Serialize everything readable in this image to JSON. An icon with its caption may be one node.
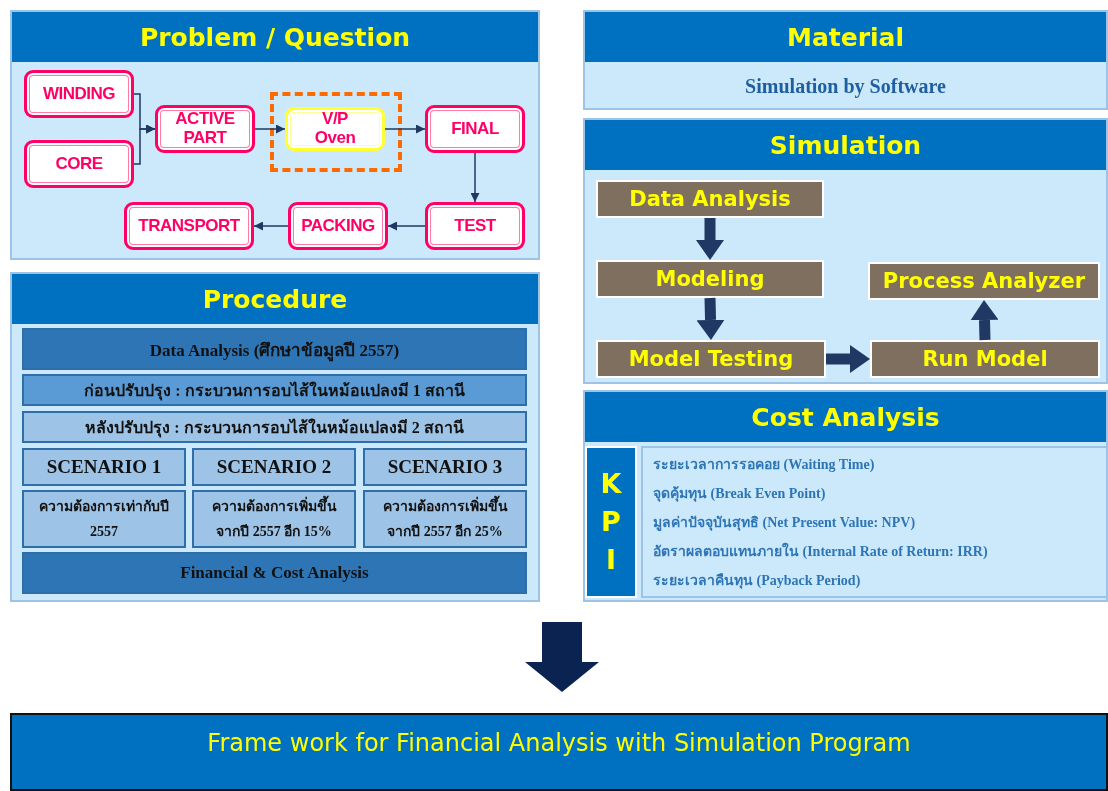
{
  "diagram": {
    "title": "Frame work for Financial Analysis with Simulation Program",
    "nodes": [
      {
        "text": [
          "Problem / Question"
        ]
      },
      {
        "text": [
          "WINDING"
        ],
        "in": 0
      },
      {
        "text": [
          "CORE"
        ],
        "in": 0
      },
      {
        "text": [
          "ACTIVE PART"
        ],
        "in": 0
      },
      {
        "text": [
          "V/P Oven"
        ],
        "in": 0
      },
      {
        "text": [
          "FINAL"
        ],
        "in": 0
      },
      {
        "text": [
          "TEST"
        ],
        "in": 0
      },
      {
        "text": [
          "PACKING"
        ],
        "in": 0
      },
      {
        "text": [
          "TRANSPORT"
        ],
        "in": 0
      },
      {
        "text": [
          "Procedure"
        ]
      },
      {
        "text": [
          "Data Analysis (ศึกษาข้อมูลปี 2557)"
        ],
        "in": 9
      },
      {
        "text": [
          "ก่อนปรับปรุง : กระบวนการอบไส้ในหม้อแปลงมี 1 สถานี"
        ],
        "in": 9
      },
      {
        "text": [
          "หลังปรับปรุง : กระบวนการอบไส้ในหม้อแปลงมี 2 สถานี"
        ],
        "in": 9
      },
      {
        "text": [
          "SCENARIO 1"
        ],
        "in": 9
      },
      {
        "text": [
          "SCENARIO 2"
        ],
        "in": 9
      },
      {
        "text": [
          "SCENARIO 3"
        ],
        "in": 9
      },
      {
        "text": [
          "ความต้องการเท่ากับปี 2557"
        ],
        "in": 9
      },
      {
        "text": [
          "ความต้องการเพิ่มขึ้นจากปี 2557 อีก 15%"
        ],
        "in": 9
      },
      {
        "text": [
          "ความต้องการเพิ่มขึ้นจากปี 2557 อีก 25%"
        ],
        "in": 9
      },
      {
        "text": [
          "Financial & Cost Analysis"
        ],
        "in": 9
      },
      {
        "text": [
          "Material",
          "Simulation by Software"
        ]
      },
      {
        "text": [
          "Simulation"
        ]
      },
      {
        "text": [
          "Data Analysis"
        ],
        "in": 21
      },
      {
        "text": [
          "Modeling"
        ],
        "in": 21
      },
      {
        "text": [
          "Model Testing"
        ],
        "in": 21
      },
      {
        "text": [
          "Run Model"
        ],
        "in": 21
      },
      {
        "text": [
          "Process Analyzer"
        ],
        "in": 21
      },
      {
        "text": [
          "Cost Analysis"
        ]
      },
      {
        "text": [
          "K P I"
        ],
        "in": 27
      },
      {
        "text": [
          "ระยะเวลาการรอคอย (Waiting Time)",
          "จุดคุ้มทุน (Break Even Point)",
          "มูลค่าปัจจุบันสุทธิ (Net Present Value: NPV)",
          "อัตราผลตอบแทนภายใน (Internal Rate of Return: IRR)",
          "ระยะเวลาคืนทุน (Payback Period)"
        ],
        "in": 27
      }
    ],
    "edges": [
      {
        "from": 1,
        "to": 3,
        "arrow": "to"
      },
      {
        "from": 2,
        "to": 3,
        "arrow": "to"
      },
      {
        "from": 3,
        "to": 4,
        "arrow": "to"
      },
      {
        "from": 4,
        "to": 5,
        "arrow": "to"
      },
      {
        "from": 5,
        "to": 6,
        "arrow": "to"
      },
      {
        "from": 6,
        "to": 7,
        "arrow": "to"
      },
      {
        "from": 7,
        "to": 8,
        "arrow": "to"
      },
      {
        "from": 22,
        "to": 23,
        "arrow": "to",
        "style": "thick"
      },
      {
        "from": 23,
        "to": 24,
        "arrow": "to",
        "style": "thick"
      },
      {
        "from": 24,
        "to": 25,
        "arrow": "to",
        "style": "thick"
      },
      {
        "from": 25,
        "to": 26,
        "arrow": "to",
        "style": "thick"
      }
    ]
  }
}
